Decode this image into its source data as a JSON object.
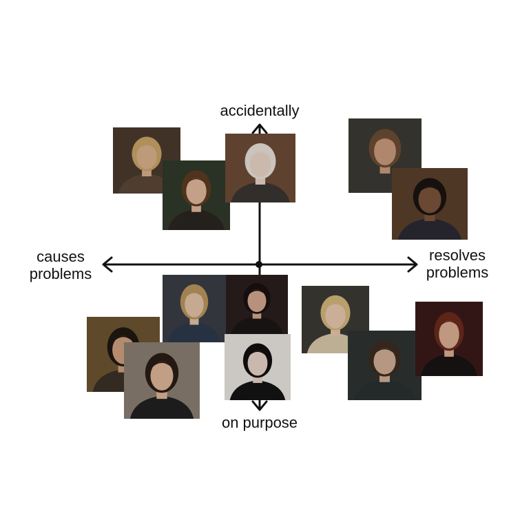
{
  "axes": {
    "top_label": "accidentally",
    "bottom_label": "on purpose",
    "left_label_line1": "causes",
    "left_label_line2": "problems",
    "right_label_line1": "resolves",
    "right_label_line2": "problems"
  },
  "colors": {
    "axis": "#111111",
    "background": "#ffffff"
  },
  "photos": [
    {
      "name": "photo-blond-man-coat",
      "bg": "#4a3a2e",
      "skin": "#d9b08c",
      "hair": "#c8a468",
      "clothes": "#5a4636"
    },
    {
      "name": "photo-woman-wavy-hair",
      "bg": "#2f3a2a",
      "skin": "#e0b79b",
      "hair": "#5a3b22",
      "clothes": "#2a2622"
    },
    {
      "name": "photo-platinum-hair-man",
      "bg": "#6b4a36",
      "skin": "#e8d3c6",
      "hair": "#e6e0d8",
      "clothes": "#3a3533"
    },
    {
      "name": "photo-brown-hair-man",
      "bg": "#3b3a33",
      "skin": "#c99a7c",
      "hair": "#6a4c34",
      "clothes": "#3c3a36"
    },
    {
      "name": "photo-woman-curly-hair",
      "bg": "#5a3f2c",
      "skin": "#7a5238",
      "hair": "#1a1412",
      "clothes": "#2b2a33"
    },
    {
      "name": "photo-blonde-woman-pinned-hair",
      "bg": "#3a3d44",
      "skin": "#e2c1a5",
      "hair": "#b8955c",
      "clothes": "#2c3a4a"
    },
    {
      "name": "photo-dark-hair-woman-veil",
      "bg": "#2a1e1e",
      "skin": "#d2a68e",
      "hair": "#1a1010",
      "clothes": "#1c1616"
    },
    {
      "name": "photo-smiling-man-dark-hair",
      "bg": "#6b5530",
      "skin": "#cf9f7e",
      "hair": "#201712",
      "clothes": "#3b3226"
    },
    {
      "name": "photo-man-school-tie",
      "bg": "#8a7e72",
      "skin": "#dcb497",
      "hair": "#2a1d15",
      "clothes": "#222020"
    },
    {
      "name": "photo-pale-man-black-hair",
      "bg": "#e8e4e0",
      "skin": "#e6d2c6",
      "hair": "#120e0e",
      "clothes": "#141414"
    },
    {
      "name": "photo-blonde-woman-light",
      "bg": "#3c3a34",
      "skin": "#e6c7ae",
      "hair": "#d2b57a",
      "clothes": "#d8c8a8"
    },
    {
      "name": "photo-curly-hair-man-dark-coat",
      "bg": "#2e3433",
      "skin": "#d0ad95",
      "hair": "#3c2c20",
      "clothes": "#2a3030"
    },
    {
      "name": "photo-red-hair-woman",
      "bg": "#3a1a1a",
      "skin": "#d9ad93",
      "hair": "#6a2a1c",
      "clothes": "#1a1414"
    }
  ]
}
